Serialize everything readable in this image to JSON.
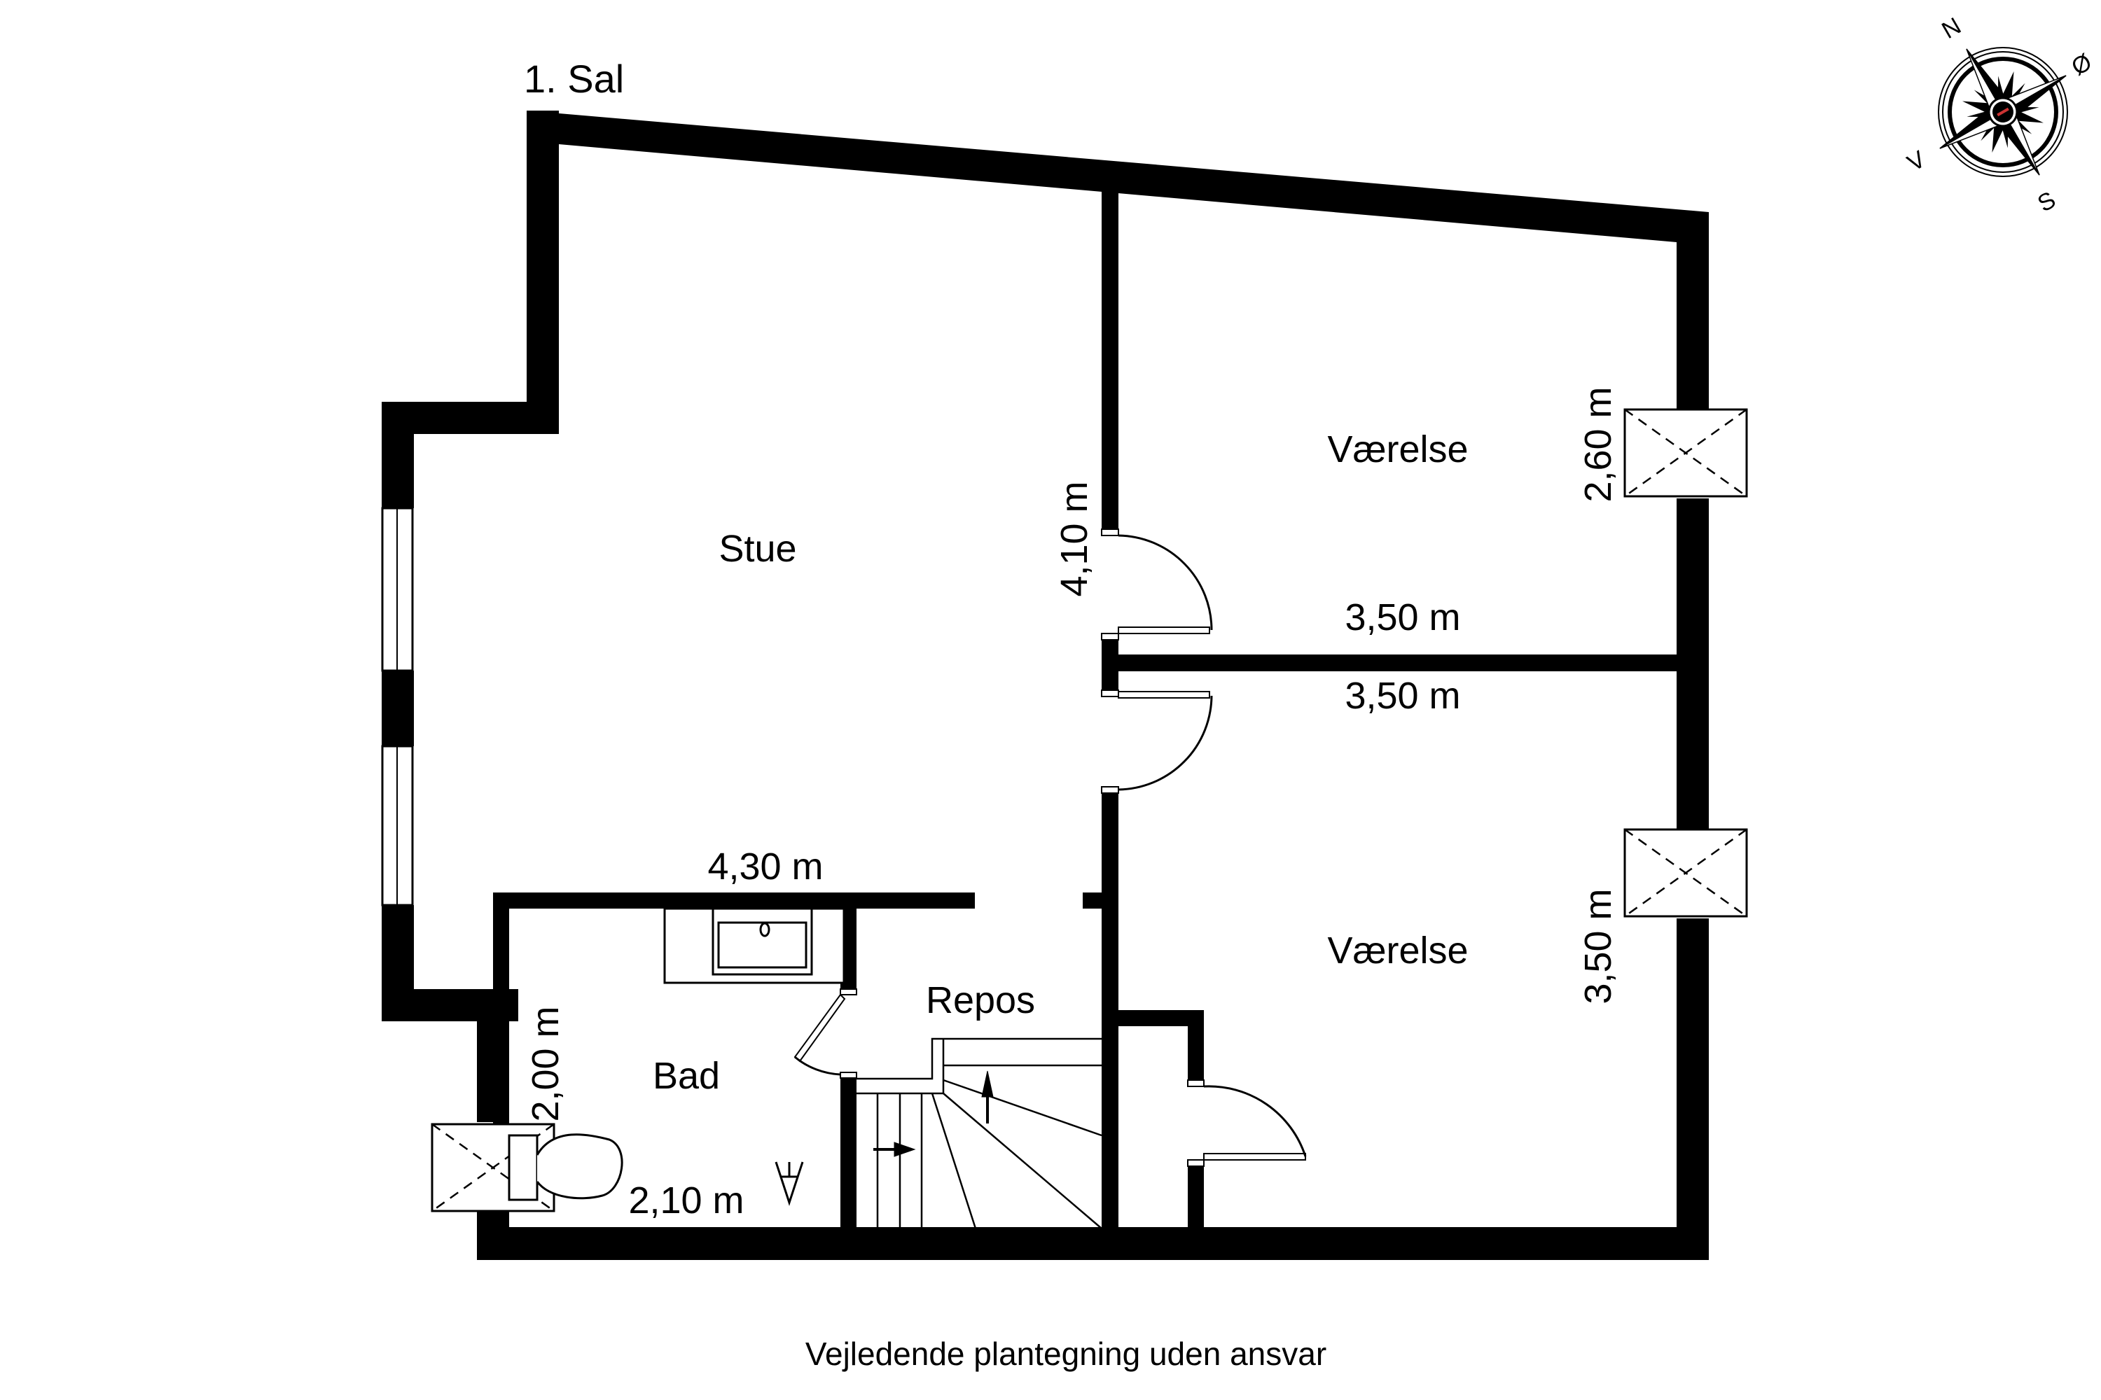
{
  "plan": {
    "floor_label": "1. Sal",
    "disclaimer": "Vejledende plantegning uden ansvar",
    "colors": {
      "wall": "#000000",
      "background": "#ffffff",
      "line": "#000000"
    }
  },
  "rooms": {
    "stue": {
      "name": "Stue"
    },
    "vaerelse_top": {
      "name": "Værelse"
    },
    "vaerelse_bottom": {
      "name": "Værelse"
    },
    "bad": {
      "name": "Bad"
    },
    "repos": {
      "name": "Repos"
    }
  },
  "dimensions": {
    "stue_height": "4,10 m",
    "stue_width": "4,30 m",
    "vaerelse_top_width": "3,50 m",
    "vaerelse_top_height": "2,60 m",
    "vaerelse_bottom_width": "3,50 m",
    "vaerelse_bottom_height": "3,50 m",
    "bad_height": "2,00 m",
    "bad_width": "2,10 m"
  },
  "compass": {
    "north": "N",
    "east": "Ø",
    "south": "S",
    "west": "V",
    "icon": "compass-rose-icon"
  },
  "symbols": {
    "skylight": "skylight-window-icon",
    "toilet": "toilet-icon",
    "sink": "sink-icon",
    "floor_drain": "floor-drain-icon",
    "stair_direction": "stair-arrow-icon"
  }
}
